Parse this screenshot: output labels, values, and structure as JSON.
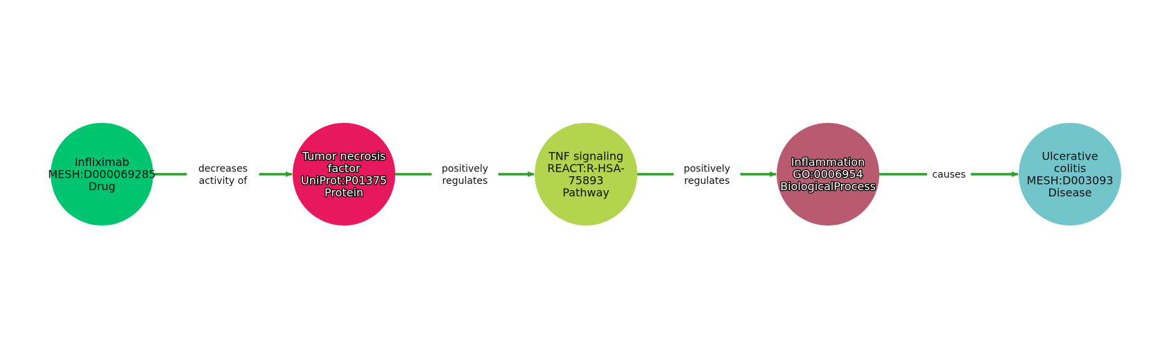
{
  "diagram": {
    "edge_color": "#2ca02c",
    "nodes": [
      {
        "id": "infliximab",
        "lines": [
          "Infliximab",
          "MESH:D000069285",
          "Drug"
        ],
        "color": "#00c46f",
        "label_style": "dark"
      },
      {
        "id": "tnf",
        "lines": [
          "Tumor necrosis",
          "factor",
          "UniProt:P01375",
          "Protein"
        ],
        "color": "#e8185f",
        "label_style": "light"
      },
      {
        "id": "tnf-signaling",
        "lines": [
          "TNF signaling",
          "REACT:R-HSA-",
          "75893",
          "Pathway"
        ],
        "color": "#b3d44e",
        "label_style": "dark"
      },
      {
        "id": "inflammation",
        "lines": [
          "Inflammation",
          "GO:0006954",
          "BiologicalProcess"
        ],
        "color": "#b85a70",
        "label_style": "light"
      },
      {
        "id": "ulcerative-colitis",
        "lines": [
          "Ulcerative",
          "colitis",
          "MESH:D003093",
          "Disease"
        ],
        "color": "#72c6cb",
        "label_style": "dark"
      }
    ],
    "edges": [
      {
        "from": 0,
        "to": 1,
        "lines": [
          "decreases",
          "activity of"
        ]
      },
      {
        "from": 1,
        "to": 2,
        "lines": [
          "positively",
          "regulates"
        ]
      },
      {
        "from": 2,
        "to": 3,
        "lines": [
          "positively",
          "regulates"
        ]
      },
      {
        "from": 3,
        "to": 4,
        "lines": [
          "causes"
        ]
      }
    ]
  }
}
